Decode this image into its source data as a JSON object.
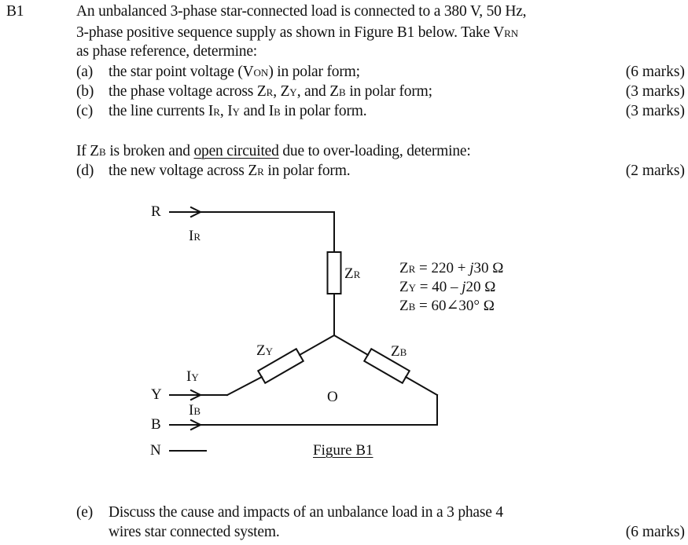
{
  "question": {
    "number": "B1",
    "intro": {
      "line1": "An unbalanced 3-phase star-connected load is connected to a 380 V, 50 Hz,",
      "line2_pre": "3-phase positive sequence supply as shown in Figure B1 below. Take V",
      "line2_sub": "RN",
      "line3": "as phase reference, determine:"
    },
    "parts": {
      "a": {
        "label": "(a)",
        "text_pre": "the star point voltage (V",
        "text_sub": "ON",
        "text_post": ") in polar form;",
        "marks": "(6 marks)"
      },
      "b": {
        "label": "(b)",
        "t1": "the phase voltage across Z",
        "s1": "R",
        "t2": ", Z",
        "s2": "Y",
        "t3": ", and Z",
        "s3": "B",
        "t4": " in polar form;",
        "marks": "(3 marks)"
      },
      "c": {
        "label": "(c)",
        "t1": "the line currents I",
        "s1": "R",
        "t2": ", I",
        "s2": "Y",
        "t3": " and I",
        "s3": "B",
        "t4": " in polar form.",
        "marks": "(3 marks)"
      },
      "condition": {
        "t1": "If Z",
        "s1": "B",
        "t2": " is broken and ",
        "underlined": "open circuited",
        "t3": " due to over-loading, determine:"
      },
      "d": {
        "label": "(d)",
        "t1": "the new voltage across Z",
        "s1": "R",
        "t2": " in polar form.",
        "marks": "(2 marks)"
      },
      "e": {
        "label": "(e)",
        "line1": "Discuss the cause and impacts of an unbalance load in a 3 phase 4",
        "line2": "wires star connected system.",
        "marks": "(6 marks)"
      }
    }
  },
  "figure": {
    "caption": "Figure B1",
    "terminals": {
      "R": "R",
      "Y": "Y",
      "B": "B",
      "N": "N"
    },
    "currents": {
      "IR": {
        "main": "I",
        "sub": "R"
      },
      "IY": {
        "main": "I",
        "sub": "Y"
      },
      "IB": {
        "main": "I",
        "sub": "B"
      }
    },
    "impedance_labels": {
      "ZR": {
        "main": "Z",
        "sub": "R"
      },
      "ZY": {
        "main": "Z",
        "sub": "Y"
      },
      "ZB": {
        "main": "Z",
        "sub": "B"
      }
    },
    "star_point": "O",
    "values": {
      "ZR": {
        "main": "Z",
        "sub": "R",
        "pre": " = 220 + ",
        "j": "j",
        "post": "30 Ω"
      },
      "ZY": {
        "main": "Z",
        "sub": "Y",
        "pre": " = 40 – ",
        "j": "j",
        "post": "20 Ω"
      },
      "ZB": {
        "main": "Z",
        "sub": "B",
        "text": " = 60∠30° Ω"
      }
    }
  }
}
